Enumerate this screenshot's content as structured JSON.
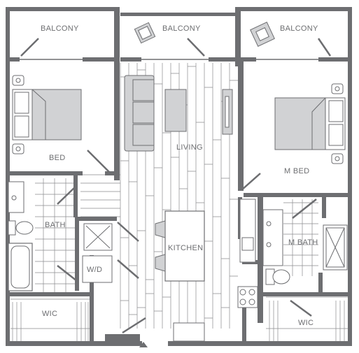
{
  "colors": {
    "wall": "#6d6e71",
    "fixture_fill": "#d1d2d4",
    "fixture_line": "#6d6e71",
    "floor_line": "#8a8b8e",
    "background": "#ffffff"
  },
  "labels": {
    "balcony_left": "BALCONY",
    "balcony_center": "BALCONY",
    "balcony_right": "BALCONY",
    "bed": "BED",
    "living": "LIVING",
    "m_bed": "M BED",
    "bath": "BATH",
    "kitchen": "KITCHEN",
    "m_bath": "M BATH",
    "wd": "W/D",
    "wic_left": "WIC",
    "wic_right": "WIC"
  },
  "icons": [
    "entry-arrow-icon",
    "chair-icon",
    "armchair-icon",
    "bed-icon",
    "sofa-icon",
    "tv-icon",
    "toilet-icon",
    "sink-icon",
    "bathtub-icon",
    "shower-icon",
    "stove-icon",
    "bar-stool-icon",
    "washer-dryer-icon"
  ]
}
